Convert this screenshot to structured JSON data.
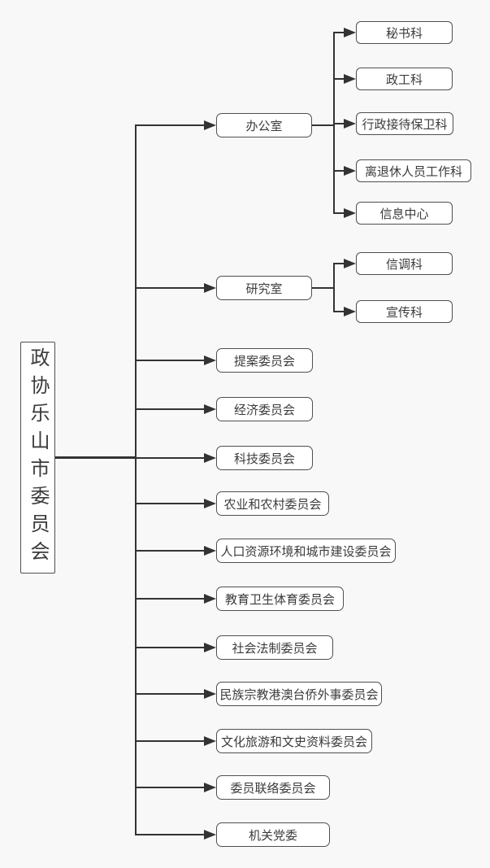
{
  "diagram": {
    "type": "org-chart",
    "root": {
      "label": "政协乐山市委员会"
    },
    "branches": [
      {
        "label": "办公室",
        "children": [
          {
            "label": "秘书科"
          },
          {
            "label": "政工科"
          },
          {
            "label": "行政接待保卫科"
          },
          {
            "label": "离退休人员工作科"
          },
          {
            "label": "信息中心"
          }
        ]
      },
      {
        "label": "研究室",
        "children": [
          {
            "label": "信调科"
          },
          {
            "label": "宣传科"
          }
        ]
      },
      {
        "label": "提案委员会"
      },
      {
        "label": "经济委员会"
      },
      {
        "label": "科技委员会"
      },
      {
        "label": "农业和农村委员会"
      },
      {
        "label": "人口资源环境和城市建设委员会"
      },
      {
        "label": "教育卫生体育委员会"
      },
      {
        "label": "社会法制委员会"
      },
      {
        "label": "民族宗教港澳台侨外事委员会"
      },
      {
        "label": "文化旅游和文史资料委员会"
      },
      {
        "label": "委员联络委员会"
      },
      {
        "label": "机关党委"
      }
    ],
    "colors": {
      "background": "#f8f8f8",
      "line": "#333333",
      "box_border": "#4f4f4f",
      "box_fill": "#ffffff",
      "text": "#3b3b3b"
    }
  }
}
